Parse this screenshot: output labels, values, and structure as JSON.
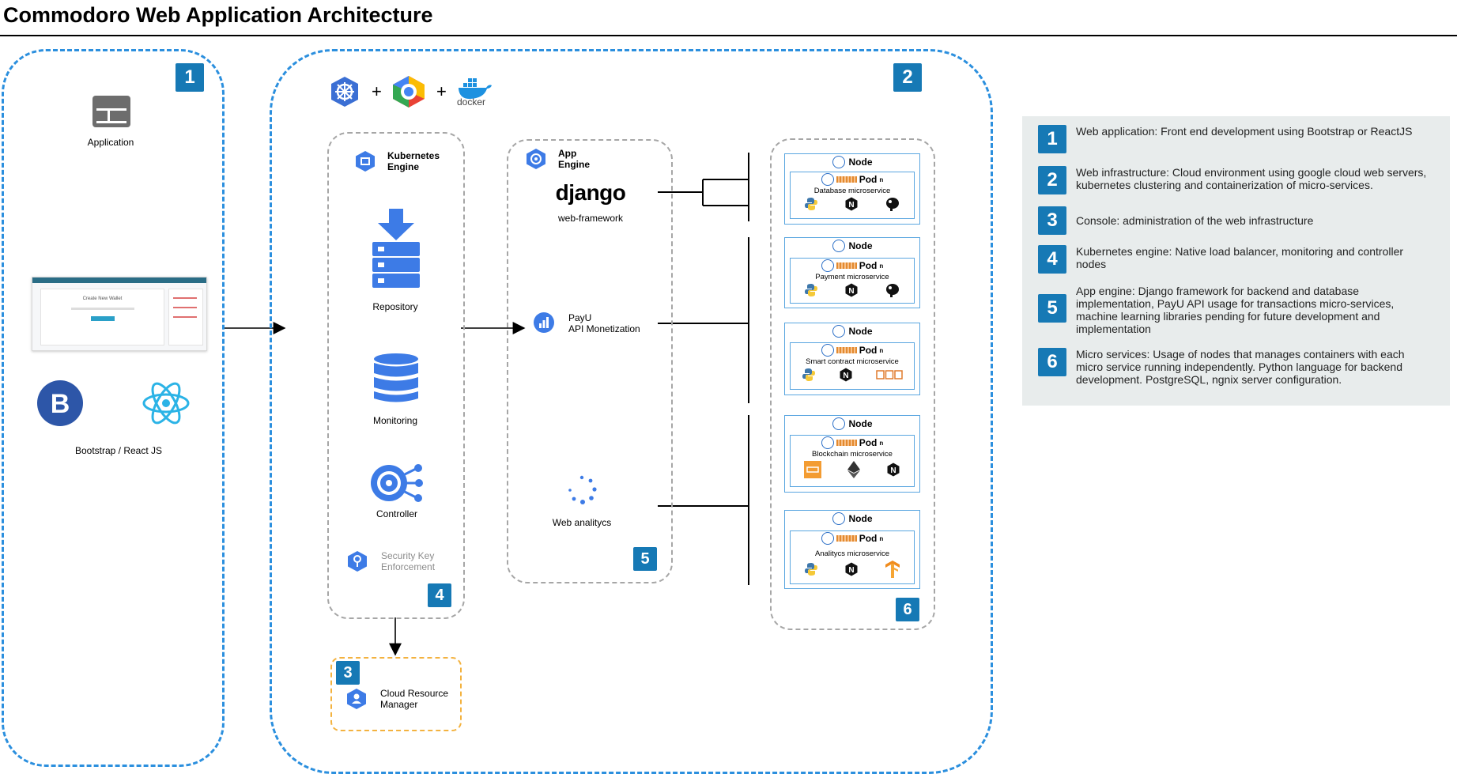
{
  "title": "Commodoro Web Application Architecture",
  "colors": {
    "blue_dash": "#2b8fde",
    "badge": "#1679b5",
    "grey_dash": "#a6a6a6",
    "orange_dash": "#f3b23f",
    "legend_bg": "#e8ecec"
  },
  "zone1": {
    "badge": "1",
    "application_label": "Application",
    "frameworks_label": "Bootstrap / React JS",
    "screenshot_text": "Create New Wallet"
  },
  "zone2": {
    "badge": "2",
    "plus": "+",
    "docker_label": "docker"
  },
  "kubernetes": {
    "badge": "4",
    "title_line1": "Kubernetes",
    "title_line2": "Engine",
    "repository": "Repository",
    "monitoring": "Monitoring",
    "controller": "Controller",
    "security_line1": "Security Key",
    "security_line2": "Enforcement"
  },
  "crm": {
    "badge": "3",
    "line1": "Cloud Resource",
    "line2": "Manager"
  },
  "app_engine": {
    "badge": "5",
    "title_line1": "App",
    "title_line2": "Engine",
    "django": "django",
    "django_sub": "web-framework",
    "payu_line1": "PayU",
    "payu_line2": "API Monetization",
    "analytics": "Web analitycs"
  },
  "nodes_zone": {
    "badge": "6",
    "nodes": [
      {
        "node_label": "Node",
        "pod_label": "Pod",
        "pod_sup": "n",
        "service": "Database microservice"
      },
      {
        "node_label": "Node",
        "pod_label": "Pod",
        "pod_sup": "n",
        "service": "Payment microservice"
      },
      {
        "node_label": "Node",
        "pod_label": "Pod",
        "pod_sup": "n",
        "service": "Smart contract microservice"
      },
      {
        "node_label": "Node",
        "pod_label": "Pod",
        "pod_sup": "n",
        "service": "Blockchain microservice"
      },
      {
        "node_label": "Node",
        "pod_label": "Pod",
        "pod_sup": "n",
        "service": "Analitycs microservice"
      }
    ]
  },
  "legend": [
    {
      "num": "1",
      "text": "Web application: Front end development using Bootstrap or ReactJS"
    },
    {
      "num": "2",
      "text": "Web infrastructure: Cloud environment using google cloud web servers, kubernetes clustering and containerization of micro-services."
    },
    {
      "num": "3",
      "text": "Console: administration of the web infrastructure"
    },
    {
      "num": "4",
      "text": "Kubernetes engine: Native load balancer, monitoring and controller nodes"
    },
    {
      "num": "5",
      "text": "App engine: Django framework for backend and database implementation, PayU API usage for transactions micro-services, machine learning libraries pending for future development and implementation"
    },
    {
      "num": "6",
      "text": "Micro services: Usage of nodes that manages containers with each micro service running independently. Python language for backend development. PostgreSQL, ngnix server configuration."
    }
  ]
}
